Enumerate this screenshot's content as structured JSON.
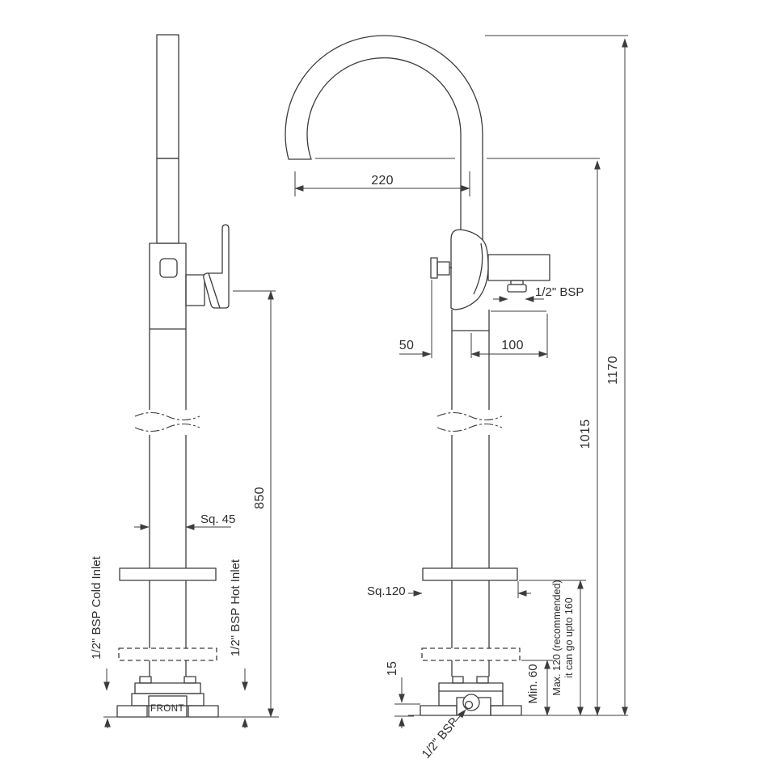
{
  "drawing": {
    "kind": "faucet-installation-technical-drawing",
    "colors": {
      "line": "#3c3c3c",
      "text": "#2e2e2e",
      "background": "#ffffff"
    },
    "side_view": {
      "dim_850": "850",
      "dim_sq45": "Sq. 45",
      "label_cold_inlet": "1/2\" BSP Cold Inlet",
      "label_hot_inlet": "1/2\" BSP Hot Inlet",
      "label_front": "FRONT"
    },
    "front_view": {
      "dim_220": "220",
      "dim_50": "50",
      "dim_100": "100",
      "label_outlet_bsp": "1/2\" BSP",
      "dim_sq120": "Sq.120",
      "dim_15": "15",
      "dim_min60": "Min. 60",
      "dim_max120_line1": "Max. 120 (recommended)",
      "dim_max120_line2": "it can go upto 160",
      "dim_1015": "1015",
      "dim_1170": "1170",
      "label_base_bsp": "1/2\" BSP"
    }
  }
}
